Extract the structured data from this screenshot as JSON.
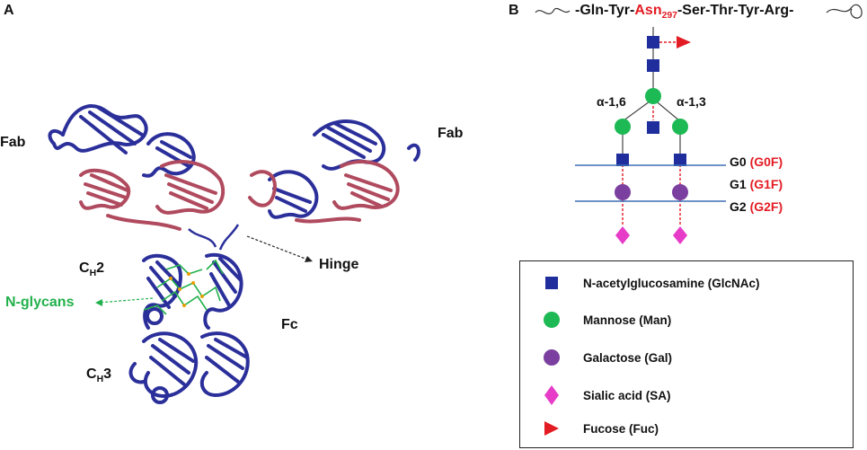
{
  "panelA": {
    "letter": "A",
    "labels": {
      "fab_left": "Fab",
      "fab_right": "Fab",
      "ch2_c": "C",
      "ch2_sub": "H",
      "ch2_num": "2",
      "ch3_c": "C",
      "ch3_sub": "H",
      "ch3_num": "3",
      "hinge": "Hinge",
      "fc": "Fc",
      "nglycans": "N-glycans"
    },
    "colors": {
      "heavy_chain": "#2b2f9a",
      "light_chain": "#b04a5e",
      "glycan": "#22b14c"
    }
  },
  "panelB": {
    "letter": "B",
    "sequence": {
      "before": "-Gln-Tyr-",
      "asn": "Asn",
      "asn_sub": "297",
      "after": "-Ser-Thr-Tyr-Arg-"
    },
    "linkages": {
      "left": "α-1,6",
      "right": "α-1,3"
    },
    "glycoforms": [
      {
        "name": "G0",
        "fucosylated": "(G0F)"
      },
      {
        "name": "G1",
        "fucosylated": "(G1F)"
      },
      {
        "name": "G2",
        "fucosylated": "(G2F)"
      }
    ],
    "legend": [
      {
        "icon": "blue-square-icon",
        "label": "N-acetylglucosamine (GlcNAc)"
      },
      {
        "icon": "green-circle-icon",
        "label": "Mannose (Man)"
      },
      {
        "icon": "purple-circle-icon",
        "label": "Galactose (Gal)"
      },
      {
        "icon": "magenta-diamond-icon",
        "label": "Sialic acid (SA)"
      },
      {
        "icon": "red-triangle-icon",
        "label": "Fucose (Fuc)"
      }
    ],
    "colors": {
      "glcnac": "#1f2e9c",
      "mannose": "#1db954",
      "galactose": "#7b3fa0",
      "sialic": "#e63cc8",
      "fucose": "#e31b23",
      "divider": "#3b6fb6"
    }
  }
}
